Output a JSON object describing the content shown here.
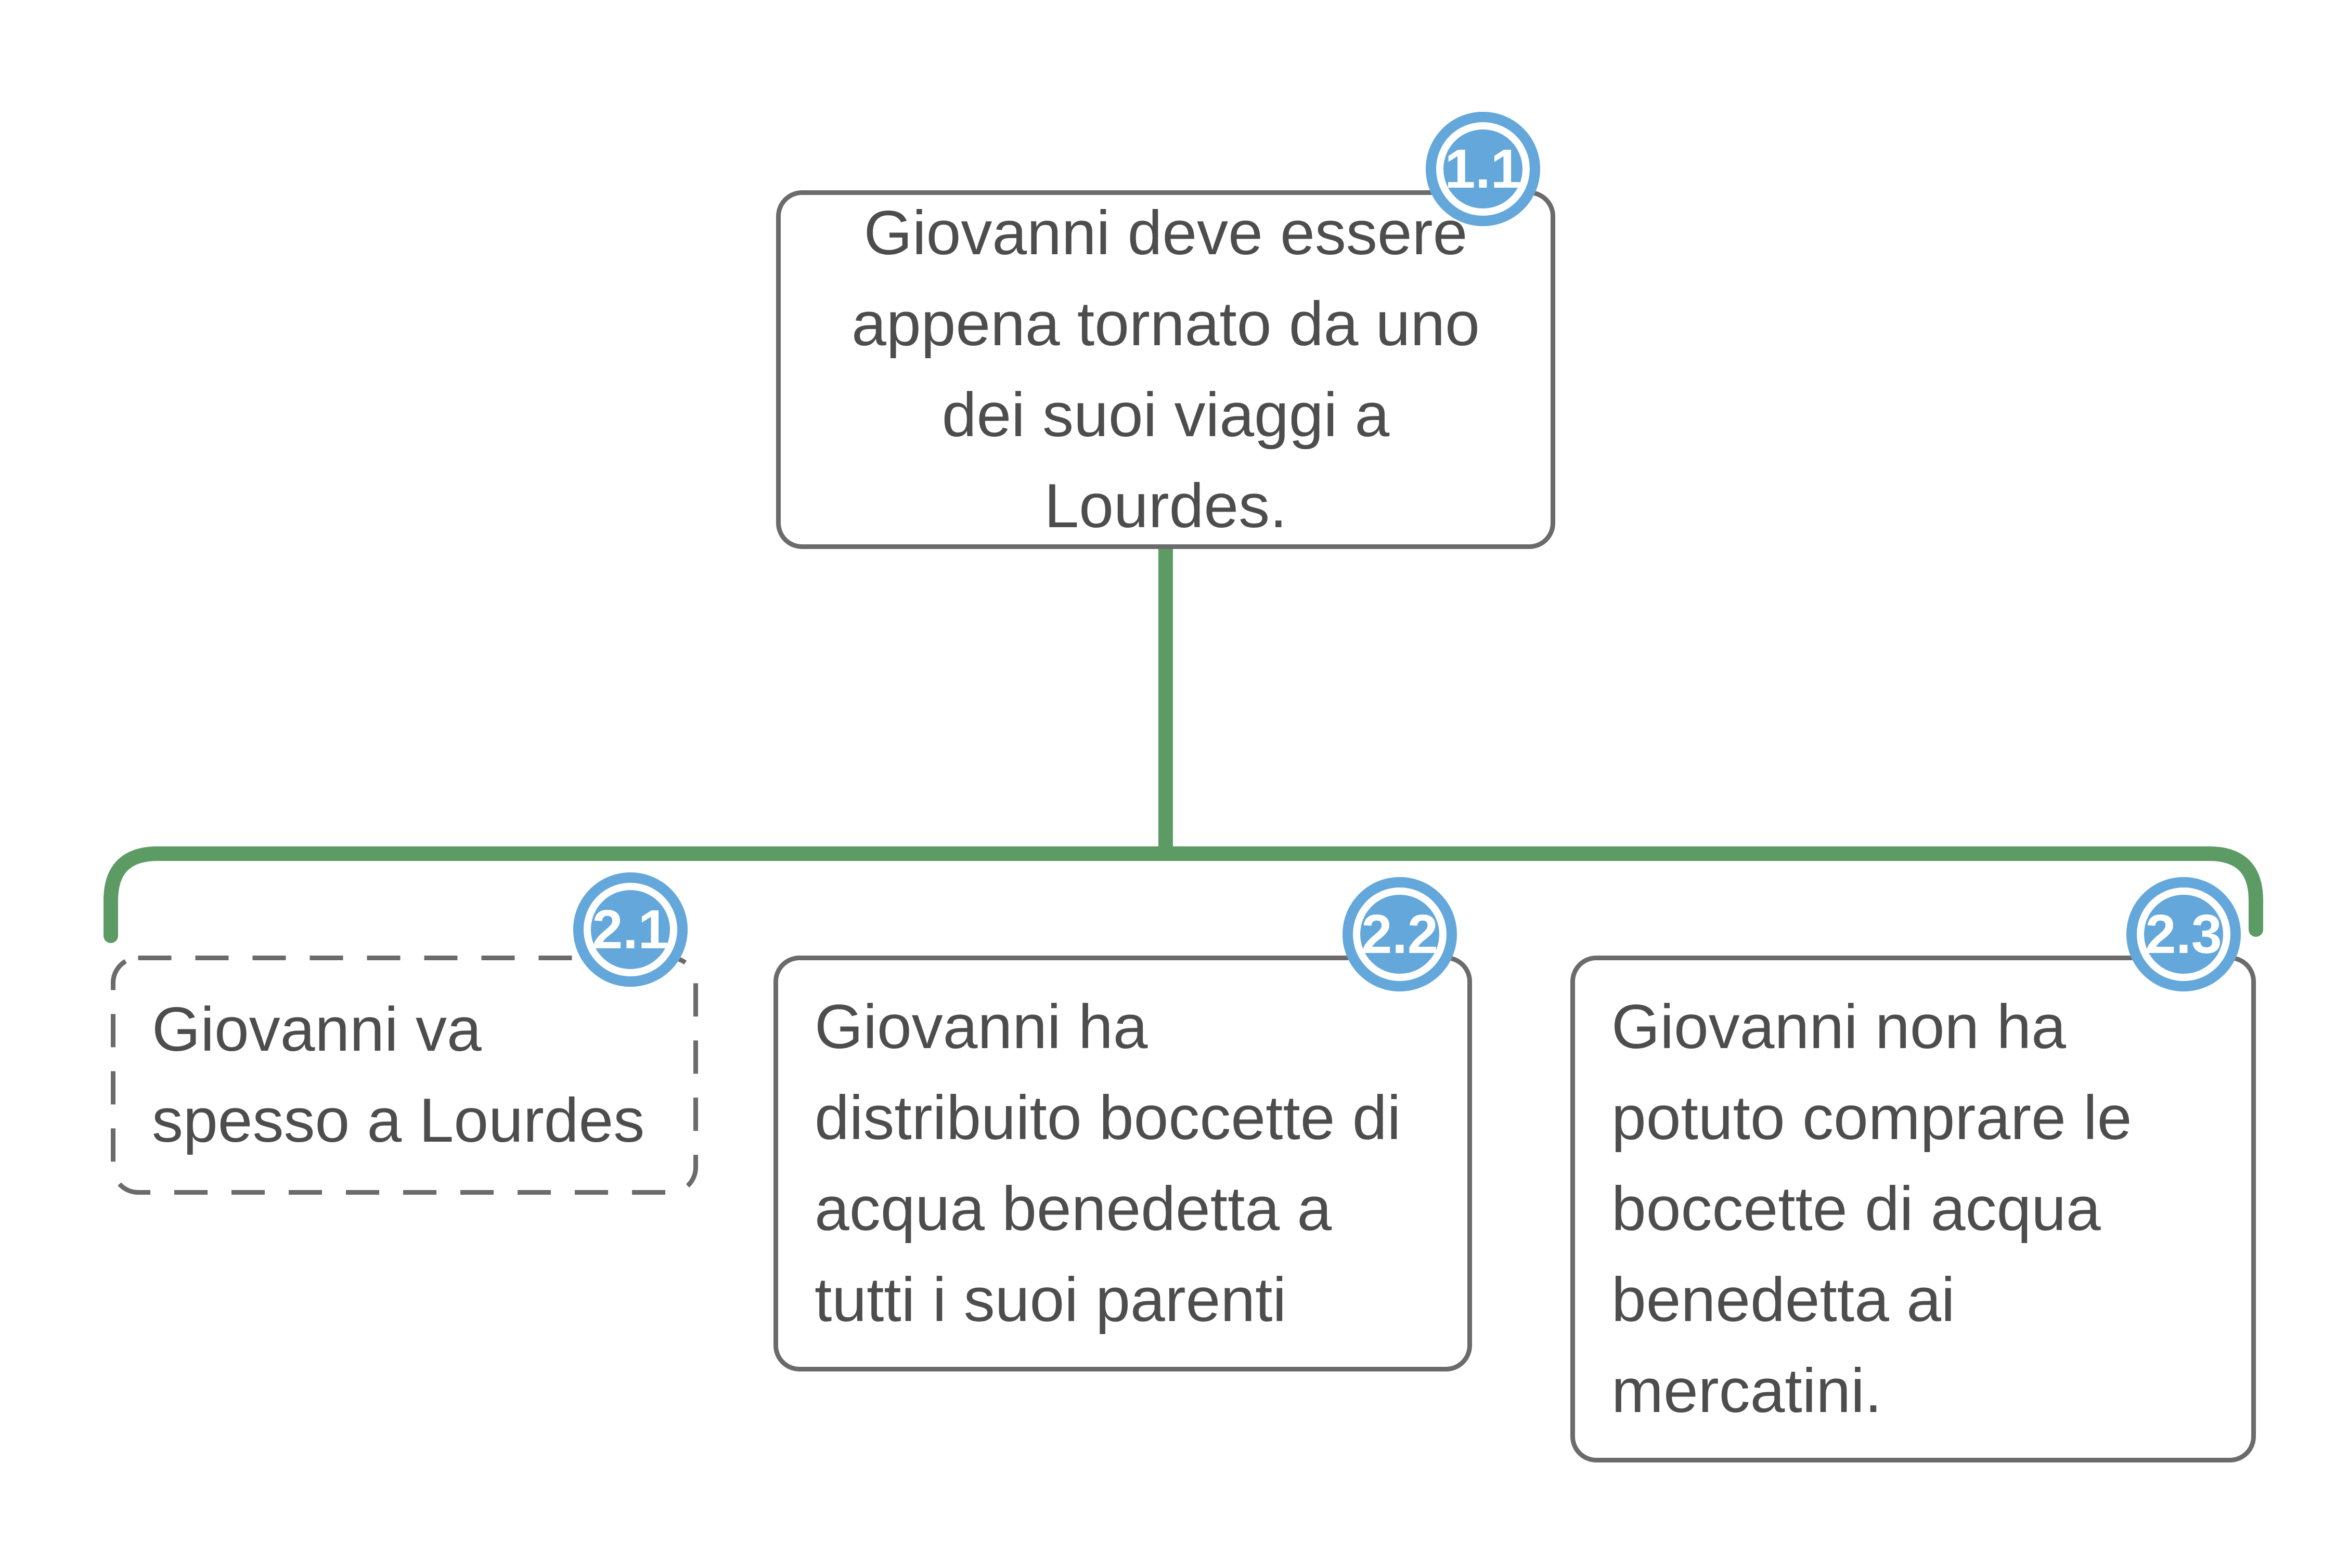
{
  "map": {
    "root": {
      "id": "1.1",
      "text": "Giovanni deve essere\nappena tornato da uno\ndei suoi viaggi a Lourdes."
    },
    "children": [
      {
        "id": "2.1",
        "text": "Giovanni va\nspesso a Lourdes",
        "border": "dashed"
      },
      {
        "id": "2.2",
        "text": "Giovanni ha\ndistribuito boccette di\nacqua benedetta a\ntutti i suoi parenti",
        "border": "solid"
      },
      {
        "id": "2.3",
        "text": "Giovanni non ha\npotuto comprare le\nboccette di acqua\nbenedetta ai\nmercatini.",
        "border": "solid"
      }
    ]
  },
  "colors": {
    "connector_green": "#5d9b64",
    "badge_blue": "#64a7db",
    "border_gray": "#6b6b6b",
    "text_gray": "#4d4d4d"
  }
}
